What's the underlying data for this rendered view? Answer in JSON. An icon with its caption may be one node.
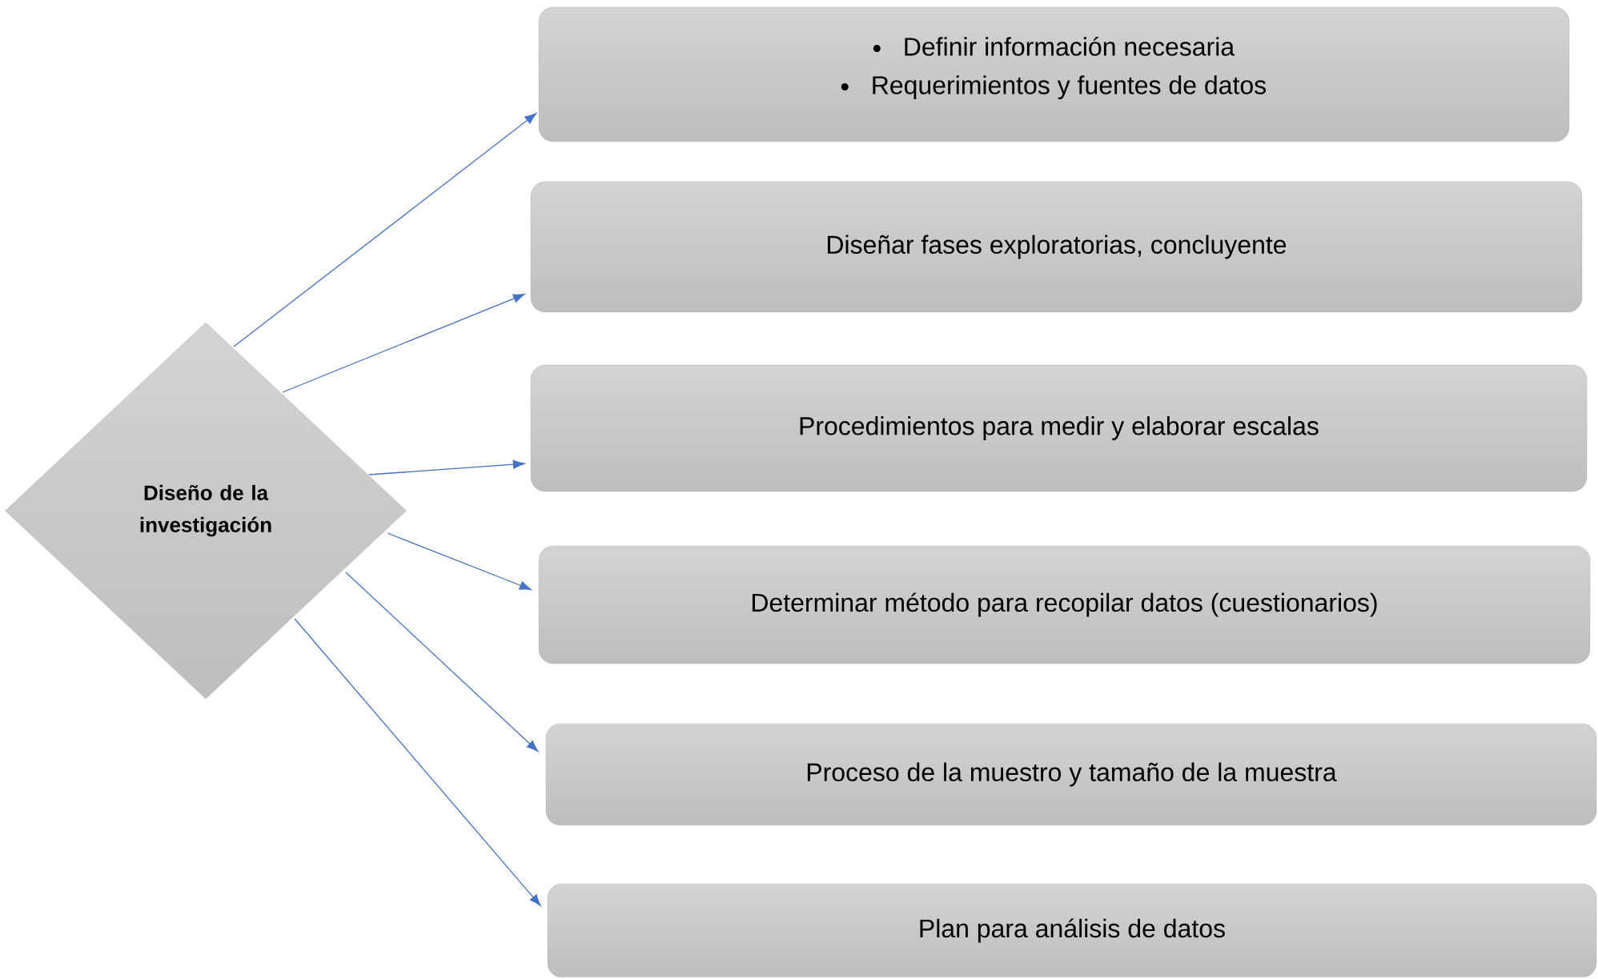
{
  "diagram": {
    "nodes": [
      {
        "text": [
          "Diseño de la investigación"
        ]
      },
      {
        "text": [
          "Definir información necesaria",
          "Requerimientos y fuentes de datos"
        ]
      },
      {
        "text": [
          "Diseñar fases exploratorias, concluyente"
        ]
      },
      {
        "text": [
          "Procedimientos para medir y elaborar escalas"
        ]
      },
      {
        "text": [
          "Determinar método para recopilar datos (cuestionarios)"
        ]
      },
      {
        "text": [
          "Proceso de la muestro y tamaño de la muestra"
        ]
      },
      {
        "text": [
          "Plan para análisis de datos"
        ]
      }
    ],
    "edges": [
      {
        "from": 0,
        "to": 1,
        "arrow": "to"
      },
      {
        "from": 0,
        "to": 2,
        "arrow": "to"
      },
      {
        "from": 0,
        "to": 3,
        "arrow": "to"
      },
      {
        "from": 0,
        "to": 4,
        "arrow": "to"
      },
      {
        "from": 0,
        "to": 5,
        "arrow": "to"
      },
      {
        "from": 0,
        "to": 6,
        "arrow": "to"
      }
    ]
  }
}
